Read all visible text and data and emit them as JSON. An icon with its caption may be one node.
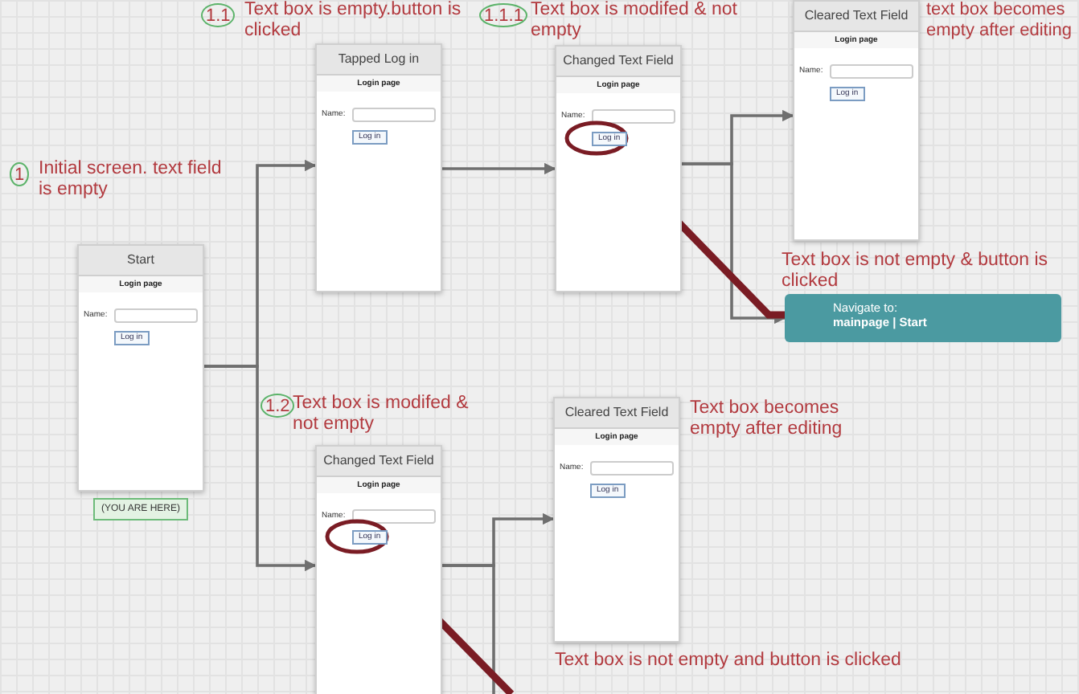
{
  "diagram": {
    "nodes": [
      {
        "text": [
          "Start",
          "Login page",
          "Name:",
          "Log in"
        ]
      },
      {
        "text": [
          "(YOU ARE HERE)"
        ]
      },
      {
        "text": [
          "Tapped Log in",
          "Login page",
          "Name:",
          "Log in"
        ]
      },
      {
        "text": [
          "Changed Text Field",
          "Login page",
          "Name:"
        ]
      },
      {
        "text": [
          "Log in"
        ],
        "in": 3
      },
      {
        "text": [
          "Cleared Text Field",
          "Login page",
          "Name:",
          "Log in"
        ]
      },
      {
        "text": [
          "Navigate to:",
          "mainpage | Start"
        ]
      },
      {
        "text": [
          "Changed Text Field",
          "Login page",
          "Name:"
        ]
      },
      {
        "text": [
          "Log in"
        ],
        "in": 7
      },
      {
        "text": [
          "Cleared Text Field",
          "Login page",
          "Name:",
          "Log in"
        ]
      }
    ],
    "edges": [
      {
        "from": 0,
        "to": 2,
        "arrow": "to"
      },
      {
        "from": 0,
        "to": 7,
        "arrow": "to"
      },
      {
        "from": 2,
        "to": 3,
        "arrow": "to"
      },
      {
        "from": 3,
        "to": 5,
        "arrow": "to"
      },
      {
        "from": 3,
        "to": 6,
        "arrow": "to"
      },
      {
        "from": 4,
        "to": 6,
        "arrow": "none",
        "style": "thick",
        "color": "#7a1c24"
      },
      {
        "from": 7,
        "to": 9,
        "arrow": "to"
      },
      {
        "from": 7,
        "to": null,
        "arrow": "none"
      },
      {
        "from": 8,
        "to": null,
        "arrow": "none",
        "style": "thick",
        "color": "#7a1c24"
      }
    ],
    "labels": [
      "1.1",
      "Text box is empty.button is clicked",
      "1.1.1",
      "Text box is modifed & not empty",
      "text box becomes empty after editing",
      "1",
      "Initial screen. text field is empty",
      "Text box is not empty & button is clicked",
      "1.2",
      "Text box is modifed & not empty",
      "Text box becomes empty after editing",
      "Text box is not empty and button is clicked"
    ]
  }
}
